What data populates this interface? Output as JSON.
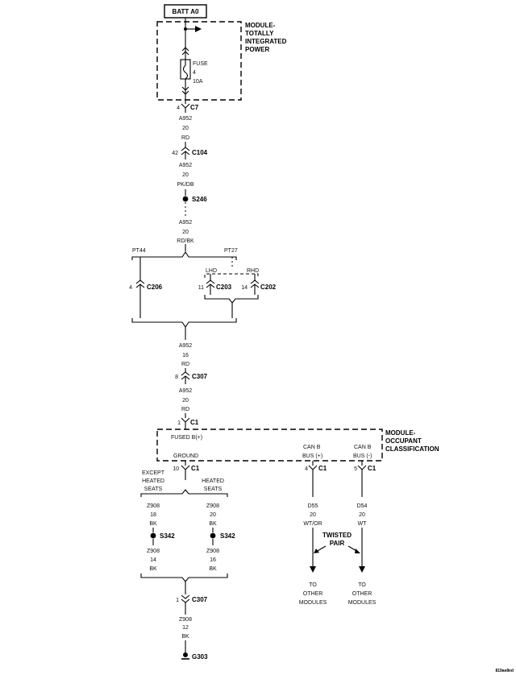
{
  "batt": "BATT A0",
  "tipm": {
    "l1": "MODULE-",
    "l2": "TOTALLY",
    "l3": "INTEGRATED",
    "l4": "POWER"
  },
  "fuse": {
    "label": "FUSE",
    "num": "4",
    "amp": "10A"
  },
  "c7": {
    "pin": "4",
    "name": "C7"
  },
  "w1": {
    "circuit": "A952",
    "gauge": "20",
    "color": "RD"
  },
  "c104": {
    "pin": "42",
    "name": "C104"
  },
  "w2": {
    "circuit": "A952",
    "gauge": "20",
    "color": "PK/DB"
  },
  "s246": "S246",
  "w3": {
    "circuit": "A952",
    "gauge": "20",
    "color": "RD/BK"
  },
  "pt44": "PT44",
  "pt27": "PT27",
  "lhd": "LHD",
  "rhd": "RHD",
  "c206": {
    "pin": "4",
    "name": "C206"
  },
  "c203": {
    "pin": "11",
    "name": "C203"
  },
  "c202": {
    "pin": "14",
    "name": "C202"
  },
  "w4": {
    "circuit": "A952",
    "gauge": "16",
    "color": "RD"
  },
  "c307a": {
    "pin": "8",
    "name": "C307"
  },
  "w5": {
    "circuit": "A952",
    "gauge": "20",
    "color": "RD"
  },
  "c1top": {
    "pin": "1",
    "name": "C1"
  },
  "ocm": {
    "l1": "MODULE-",
    "l2": "OCCUPANT",
    "l3": "CLASSIFICATION"
  },
  "fusedb": "FUSED B(+)",
  "ground": "GROUND",
  "canp": {
    "l1": "CAN B",
    "l2": "BUS (+)"
  },
  "canm": {
    "l1": "CAN B",
    "l2": "BUS (-)"
  },
  "c1gnd": {
    "pin": "10",
    "name": "C1"
  },
  "c1canp": {
    "pin": "4",
    "name": "C1"
  },
  "c1canm": {
    "pin": "5",
    "name": "C1"
  },
  "except": {
    "l1": "EXCEPT",
    "l2": "HEATED",
    "l3": "SEATS"
  },
  "heated": {
    "l1": "HEATED",
    "l2": "SEATS"
  },
  "wl1": {
    "circuit": "Z908",
    "gauge": "18",
    "color": "BK"
  },
  "wr1": {
    "circuit": "Z908",
    "gauge": "20",
    "color": "BK"
  },
  "s342l": "S342",
  "s342r": "S342",
  "wl2": {
    "circuit": "Z908",
    "gauge": "14",
    "color": "BK"
  },
  "wr2": {
    "circuit": "Z908",
    "gauge": "16",
    "color": "BK"
  },
  "d55": {
    "circuit": "D55",
    "gauge": "20",
    "color": "WT/OR"
  },
  "d54": {
    "circuit": "D54",
    "gauge": "20",
    "color": "WT"
  },
  "twisted": {
    "l1": "TWISTED",
    "l2": "PAIR"
  },
  "toL": {
    "l1": "TO",
    "l2": "OTHER",
    "l3": "MODULES"
  },
  "toR": {
    "l1": "TO",
    "l2": "OTHER",
    "l3": "MODULES"
  },
  "c307b": {
    "pin": "1",
    "name": "C307"
  },
  "w6": {
    "circuit": "Z908",
    "gauge": "12",
    "color": "BK"
  },
  "g303": "G303",
  "figid": "819ae8ed"
}
